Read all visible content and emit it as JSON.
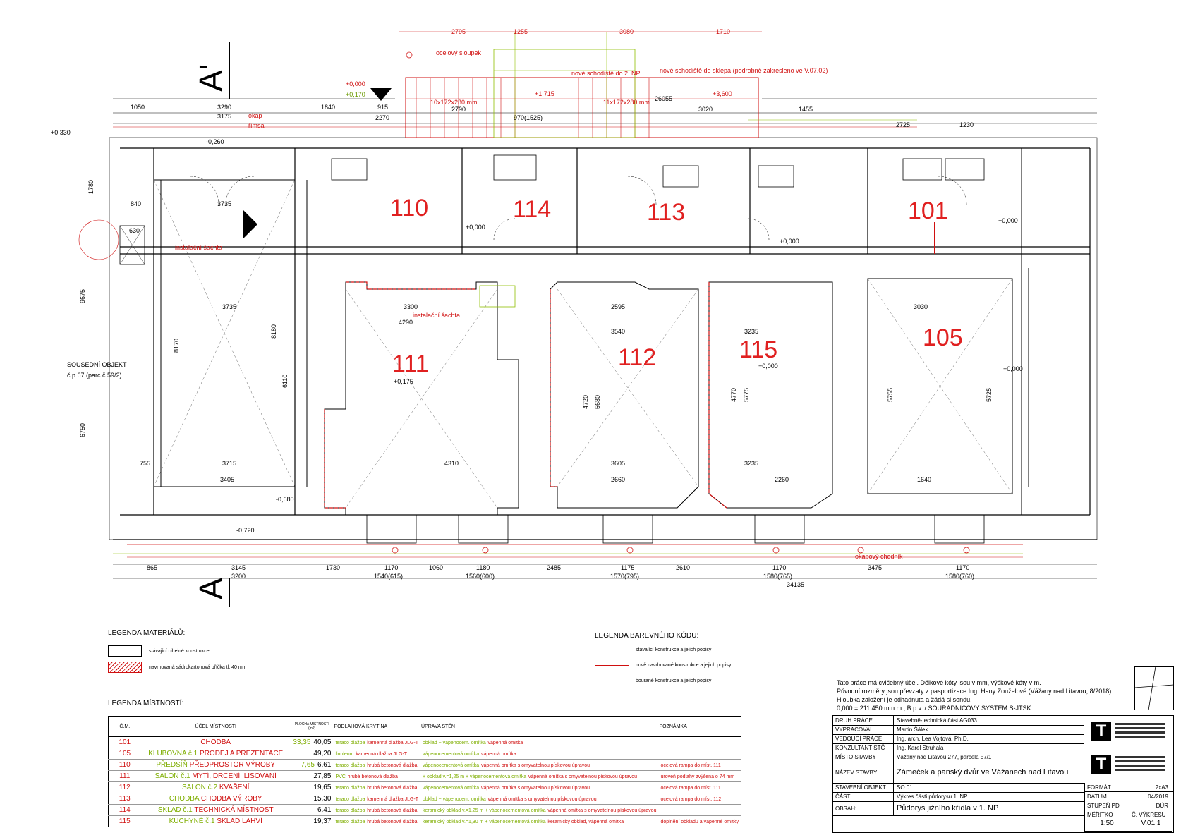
{
  "plan": {
    "section_marks": {
      "top": "A'",
      "bottom": "A"
    },
    "rooms": [
      "110",
      "114",
      "113",
      "101",
      "111",
      "112",
      "115",
      "105"
    ],
    "neighbor": {
      "line1": "SOUSEDNÍ OBJEKT",
      "line2": "č.p.67 (parc.č.59/2)"
    },
    "annotations": {
      "column": "ocelový sloupek",
      "stair_up": "nové schodiště do 2. NP",
      "stair_down": "nové schodiště do sklepa (podrobně zakresleno ve V.07.02)",
      "gutter": "okap",
      "cornice": "římsa",
      "shaft1": "instalační šachta",
      "shaft2": "instalační šachta",
      "walkway": "okapový chodník",
      "stair_spec1": "10x172x280 mm",
      "stair_spec2": "11x172x280 mm"
    },
    "levels": [
      "+0,330",
      "+0,000",
      "+0,170",
      "+1,715",
      "+3,600",
      "+0,000",
      "+0,000",
      "+0,175",
      "+0,000",
      "+0,000",
      "+0,000",
      "-0,260",
      "-0,720",
      "-0,680"
    ],
    "dims_top": [
      "1050",
      "3290",
      "3175",
      "1840",
      "915",
      "2270",
      "2790",
      "970(1525)",
      "3020",
      "1455",
      "2725",
      "1230",
      "2795",
      "1255",
      "3080",
      "1710",
      "26055"
    ],
    "dims_bottom": [
      "865",
      "3145",
      "3200",
      "1730",
      "1170",
      "1540(615)",
      "1060",
      "1180",
      "1560(600)",
      "2485",
      "1175",
      "1570(795)",
      "2610",
      "1170",
      "1580(765)",
      "34135",
      "3475",
      "1170",
      "1580(760)"
    ],
    "dims_left": [
      "9675",
      "6750",
      "1780",
      "840",
      "630",
      "755"
    ],
    "dims_inner": [
      "3735",
      "3735",
      "3715",
      "3405",
      "3300",
      "4290",
      "2595",
      "3540",
      "3235",
      "3030",
      "4310",
      "3605",
      "3235",
      "1640",
      "2660",
      "2260",
      "8170",
      "8180",
      "6110",
      "5680",
      "4720",
      "5775",
      "4770",
      "5755",
      "5725"
    ]
  },
  "legend_materials": {
    "title": "LEGENDA MATERIÁLŮ:",
    "items": [
      "stávající cihelné konstrukce",
      "navrhovaná sádrokartonová příčka tl. 40 mm"
    ]
  },
  "legend_colors": {
    "title": "LEGENDA BAREVNÉHO KÓDU:",
    "items": [
      {
        "label": "stávající konstrukce a jejich popisy",
        "color": "#000000"
      },
      {
        "label": "nově navrhované konstrukce a jejich popisy",
        "color": "#d01010"
      },
      {
        "label": "bourané konstrukce a jejich popisy",
        "color": "#8fbf00"
      }
    ]
  },
  "legend_rooms": {
    "title": "LEGENDA MÍSTNOSTÍ:",
    "headers": {
      "num": "Č.M.",
      "use": "ÚČEL MÍSTNOSTI",
      "area": "PLOCHA MÍSTNOSTI (m2)",
      "floor": "PODLAHOVÁ KRYTINA",
      "walls": "ÚPRAVA STĚN",
      "note": "POZNÁMKA"
    },
    "rows": [
      {
        "num": "101",
        "old_use": "",
        "use": "CHODBA",
        "old_area": "33,35",
        "area": "40,05",
        "old_floor": "teraco dlažba",
        "floor": "kamenná dlažba JLG-T",
        "old_walls": "obklad + vápenocem. omítka",
        "walls": "vápenná omítka",
        "note": ""
      },
      {
        "num": "105",
        "old_use": "KLUBOVNA č.1",
        "use": "PRODEJ A PREZENTACE",
        "old_area": "",
        "area": "49,20",
        "old_floor": "linoleum",
        "floor": "kamenná dlažba JLG-T",
        "old_walls": "vápenocementová omítka",
        "walls": "vápenná omítka",
        "note": ""
      },
      {
        "num": "110",
        "old_use": "PŘEDSÍŇ",
        "use": "PŘEDPROSTOR VÝROBY",
        "old_area": "7,65",
        "area": "6,61",
        "old_floor": "teraco dlažba",
        "floor": "hrubá betonová dlažba",
        "old_walls": "vápenocementová omítka",
        "walls": "vápenná omítka s omyvatelnou pískovou úpravou",
        "note": "ocelová rampa do míst. 111"
      },
      {
        "num": "111",
        "old_use": "SALON č.1",
        "use": "MYTÍ, DRCENÍ, LISOVÁNÍ",
        "old_area": "",
        "area": "27,85",
        "old_floor": "PVC",
        "floor": "hrubá betonová dlažba",
        "old_walls": "+ obklad v.=1,25 m + vápenocementová omítka",
        "walls": "vápenná omítka s omyvatelnou pískovou úpravou",
        "note": "úroveň podlahy zvýšena o 74 mm"
      },
      {
        "num": "112",
        "old_use": "SALON č.2",
        "use": "KVAŠENÍ",
        "old_area": "",
        "area": "19,65",
        "old_floor": "teraco dlažba",
        "floor": "hrubá betonová dlažba",
        "old_walls": "vápenocementová omítka",
        "walls": "vápenná omítka s omyvatelnou pískovou úpravou",
        "note": "ocelová rampa do míst. 111"
      },
      {
        "num": "113",
        "old_use": "CHODBA",
        "use": "CHODBA VÝROBY",
        "old_area": "",
        "area": "15,30",
        "old_floor": "teraco dlažba",
        "floor": "kamenná dlažba JLG-T",
        "old_walls": "obklad + vápenocem. omítka",
        "walls": "vápenná omítka s omyvatelnou pískovou úpravou",
        "note": "ocelová rampa do míst. 112"
      },
      {
        "num": "114",
        "old_use": "SKLAD č.1",
        "use": "TECHNICKÁ MÍSTNOST",
        "old_area": "",
        "area": "6,41",
        "old_floor": "teraco dlažba",
        "floor": "hrubá betonová dlažba",
        "old_walls": "keramický obklad v.=1,25 m + vápenocementová omítka",
        "walls": "vápenná omítka s omyvatelnou pískovou úpravou",
        "note": ""
      },
      {
        "num": "115",
        "old_use": "KUCHYNĚ č.1",
        "use": "SKLAD LAHVÍ",
        "old_area": "",
        "area": "19,37",
        "old_floor": "teraco dlažba",
        "floor": "hrubá betonová dlažba",
        "old_walls": "keramický obklad v.=1,30 m + vápenocementová omítka",
        "walls": "keramický obklad, vápenná omítka",
        "note": "doplnění obkladu a vápenné omítky"
      }
    ]
  },
  "notes": [
    "Tato práce má cvičebný účel. Délkové kóty jsou v mm, výškové kóty v m.",
    "Původní rozměry jsou převzaty z pasportizace Ing. Hany Žouželové (Vážany nad Litavou, 8/2018)",
    "Hloubka založení je odhadnuta a žádá si sondu.",
    "0,000 = 211,450 m n.m., B.p.v. / SOUŘADNICOVÝ SYSTÉM S-JTSK"
  ],
  "title_block": {
    "rows": [
      {
        "label": "DRUH PRÁCE",
        "value": "Stavebně-technická část AG033"
      },
      {
        "label": "VYPRACOVAL",
        "value": "Martin Šálek"
      },
      {
        "label": "VEDOUCÍ PRÁCE",
        "value": "Ing. arch. Lea Vojtová, Ph.D."
      },
      {
        "label": "KONZULTANT STČ",
        "value": "Ing. Karel Struhala"
      },
      {
        "label": "MÍSTO STAVBY",
        "value": "Vážany nad Litavou 277, parcela 57/1"
      },
      {
        "label": "NÁZEV STAVBY",
        "value": "Zámeček a panský dvůr ve Vážanech nad Litavou"
      },
      {
        "label": "STAVEBNÍ OBJEKT",
        "value": "SO 01"
      },
      {
        "label": "ČÁST",
        "value": "Výkres části půdorysu 1. NP"
      },
      {
        "label": "OBSAH:",
        "value": "Půdorys jižního křídla v 1. NP"
      }
    ],
    "right": [
      {
        "label": "FORMÁT",
        "value": "2xA3"
      },
      {
        "label": "DATUM",
        "value": "04/2019"
      },
      {
        "label": "STUPEŇ PD",
        "value": "DÚR"
      },
      {
        "label": "MĚŘÍTKO",
        "value": "1:50"
      },
      {
        "label": "Č. VÝKRESU",
        "value": "V.01.1"
      }
    ],
    "logo_letter": "T"
  }
}
